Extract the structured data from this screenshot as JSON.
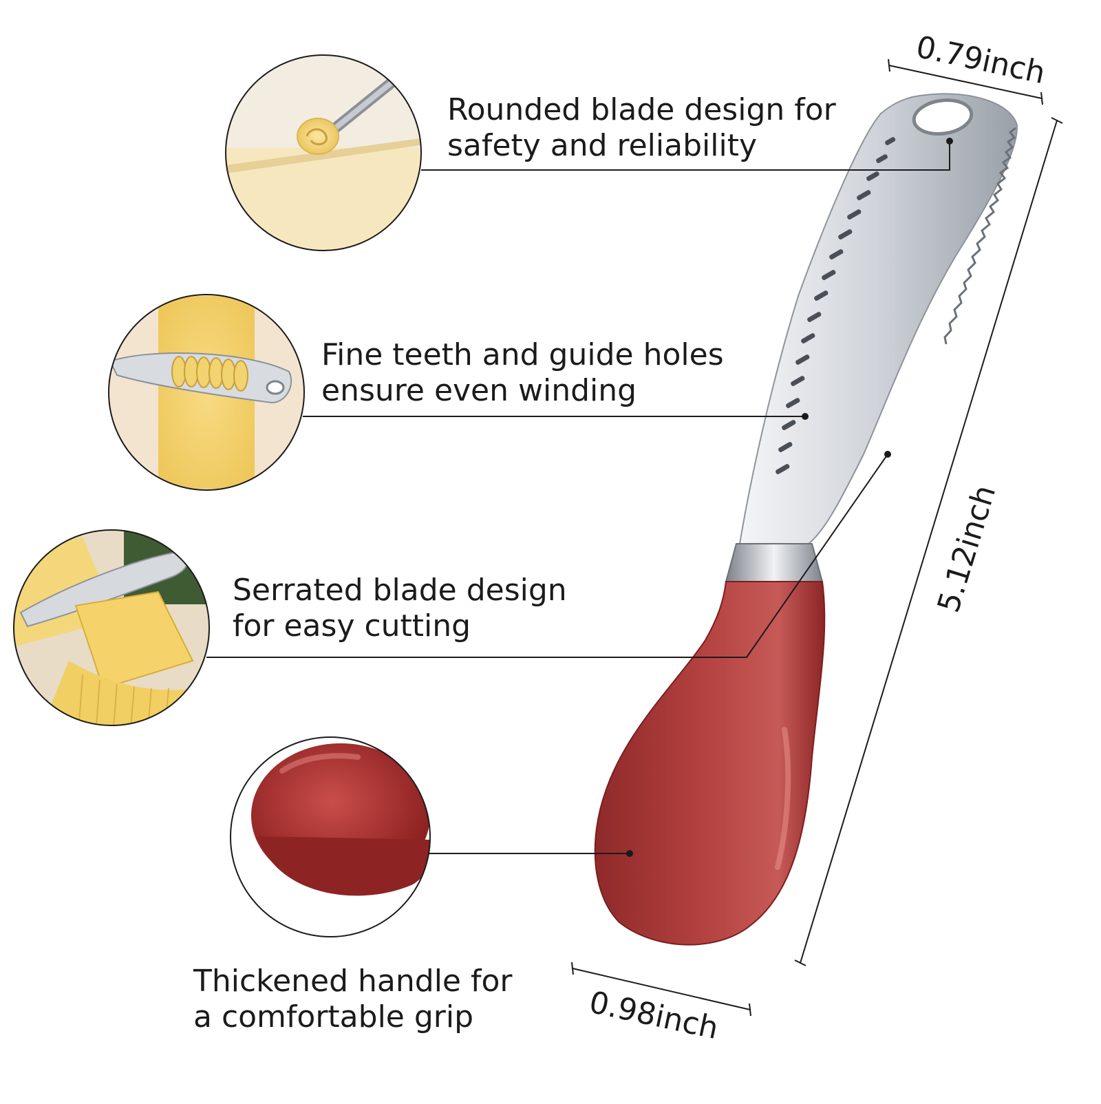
{
  "features": [
    {
      "line1": "Rounded blade design for",
      "line2": "safety and reliability"
    },
    {
      "line1": "Fine teeth and guide holes",
      "line2": "ensure even winding"
    },
    {
      "line1": "Serrated blade design",
      "line2": "for easy cutting"
    },
    {
      "line1": "Thickened handle for",
      "line2": "a comfortable grip"
    }
  ],
  "dimensions": {
    "blade_width": "0.79inch",
    "length": "5.12inch",
    "handle_width": "0.98inch"
  },
  "colors": {
    "handle": "#b2403f",
    "blade": "#d4d7dc",
    "butter": "#f4d77a",
    "text": "#1b1b1b"
  }
}
